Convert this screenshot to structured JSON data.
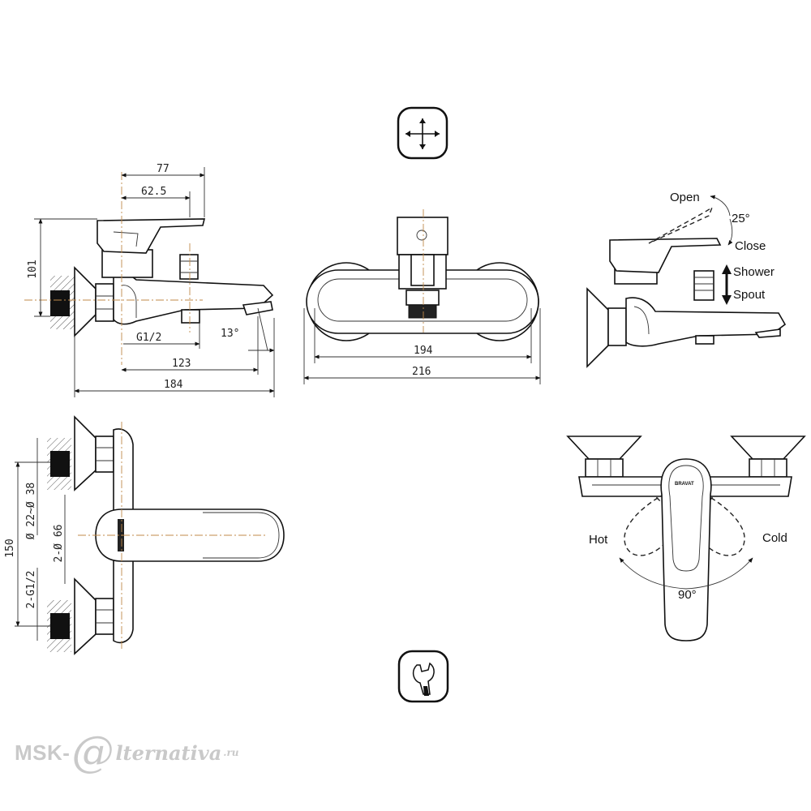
{
  "dimensions": {
    "side": {
      "width_77": "77",
      "width_62_5": "62.5",
      "height_101": "101",
      "thread": "G1/2",
      "angle": "13°",
      "length_123": "123",
      "length_184": "184"
    },
    "front": {
      "width_194": "194",
      "width_216": "216"
    },
    "plan": {
      "spacing_150": "150",
      "dia_range": "Ø 22~Ø 38",
      "dia_66": "2-Ø 66",
      "thread_pair": "2-G1/2"
    }
  },
  "lever": {
    "open": "Open",
    "close": "Close",
    "angle": "25°"
  },
  "diverter": {
    "shower": "Shower",
    "spout": "Spout"
  },
  "temperature": {
    "hot": "Hot",
    "cold": "Cold",
    "angle": "90°"
  },
  "brand_mark": "BRAVAT",
  "watermark": {
    "brand": "MSK-",
    "at": "@",
    "rest": "lternativa",
    "tld": ".ru"
  },
  "icons": {
    "top": "wall-mount-cross-icon",
    "bottom": "wrench-install-icon"
  },
  "colors": {
    "line": "#111111",
    "centerline": "#c08a4a",
    "watermark": "#c9c9c9"
  }
}
